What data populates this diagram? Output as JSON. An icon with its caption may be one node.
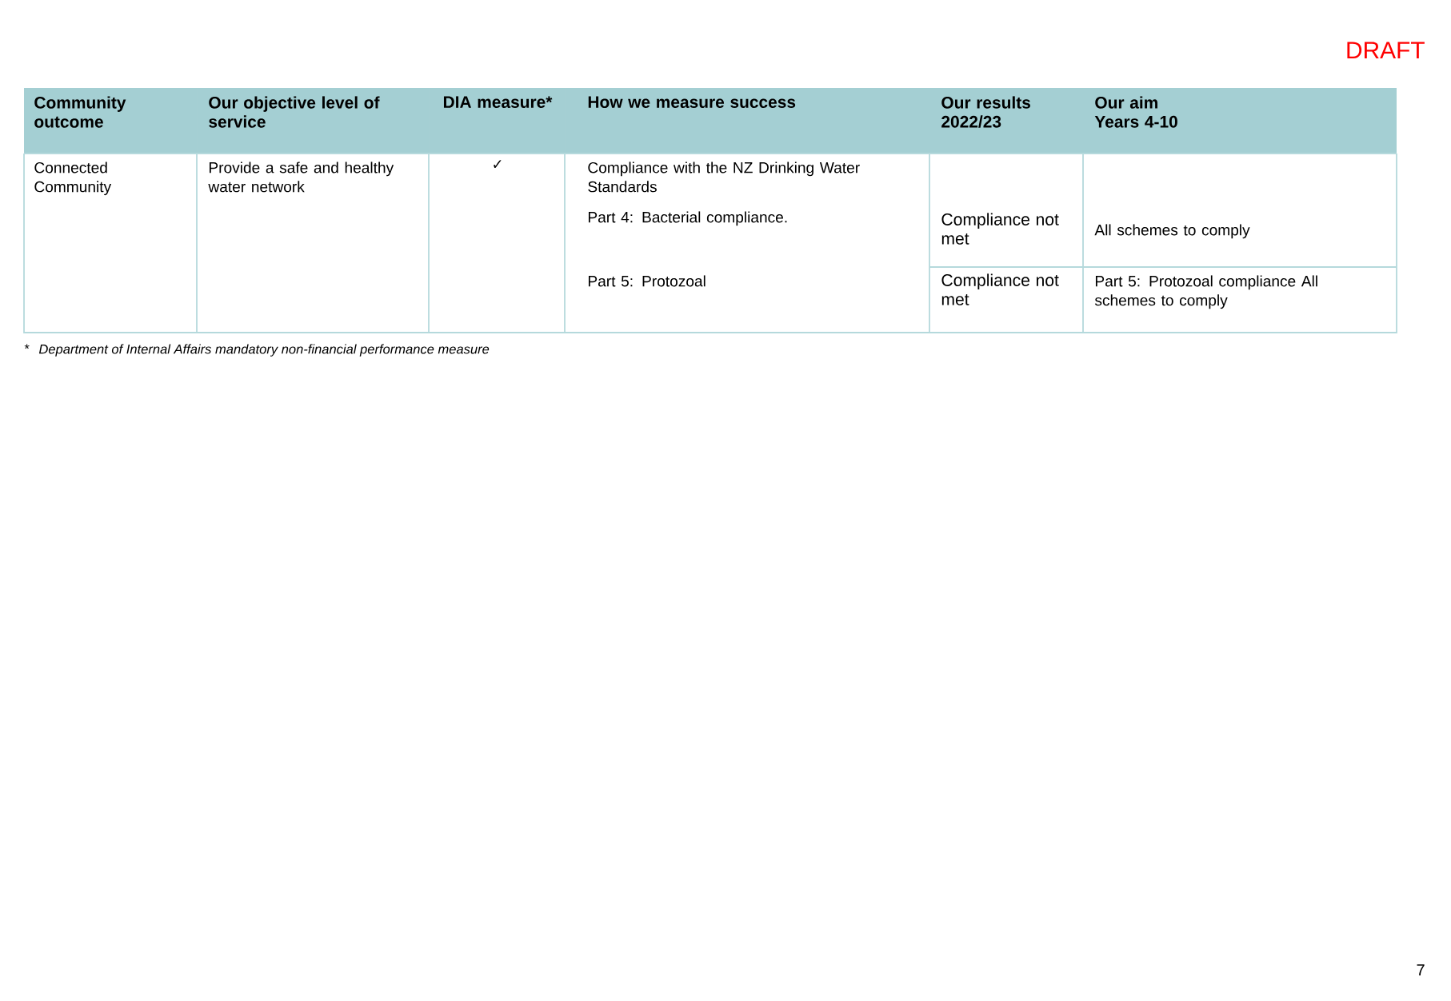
{
  "diagram": {
    "labels": [
      "DRAFT",
      "Community outcome",
      "Our objective level of service",
      "DIA measure*",
      "How we measure success",
      "Our results 2022/23",
      "Our aim Years 4-10",
      "Connected Community",
      "Provide a safe and healthy water network",
      "✓",
      "Compliance with the NZ Drinking Water Standards",
      "Part 4: Bacterial compliance.",
      "Compliance not met",
      "All schemes to comply",
      "Part 5: Protozoal",
      "Compliance not met",
      "Part 5: Protozoal compliance All schemes to comply",
      "*",
      "Department of Internal Affairs mandatory non-financial performance measure",
      "7"
    ]
  }
}
